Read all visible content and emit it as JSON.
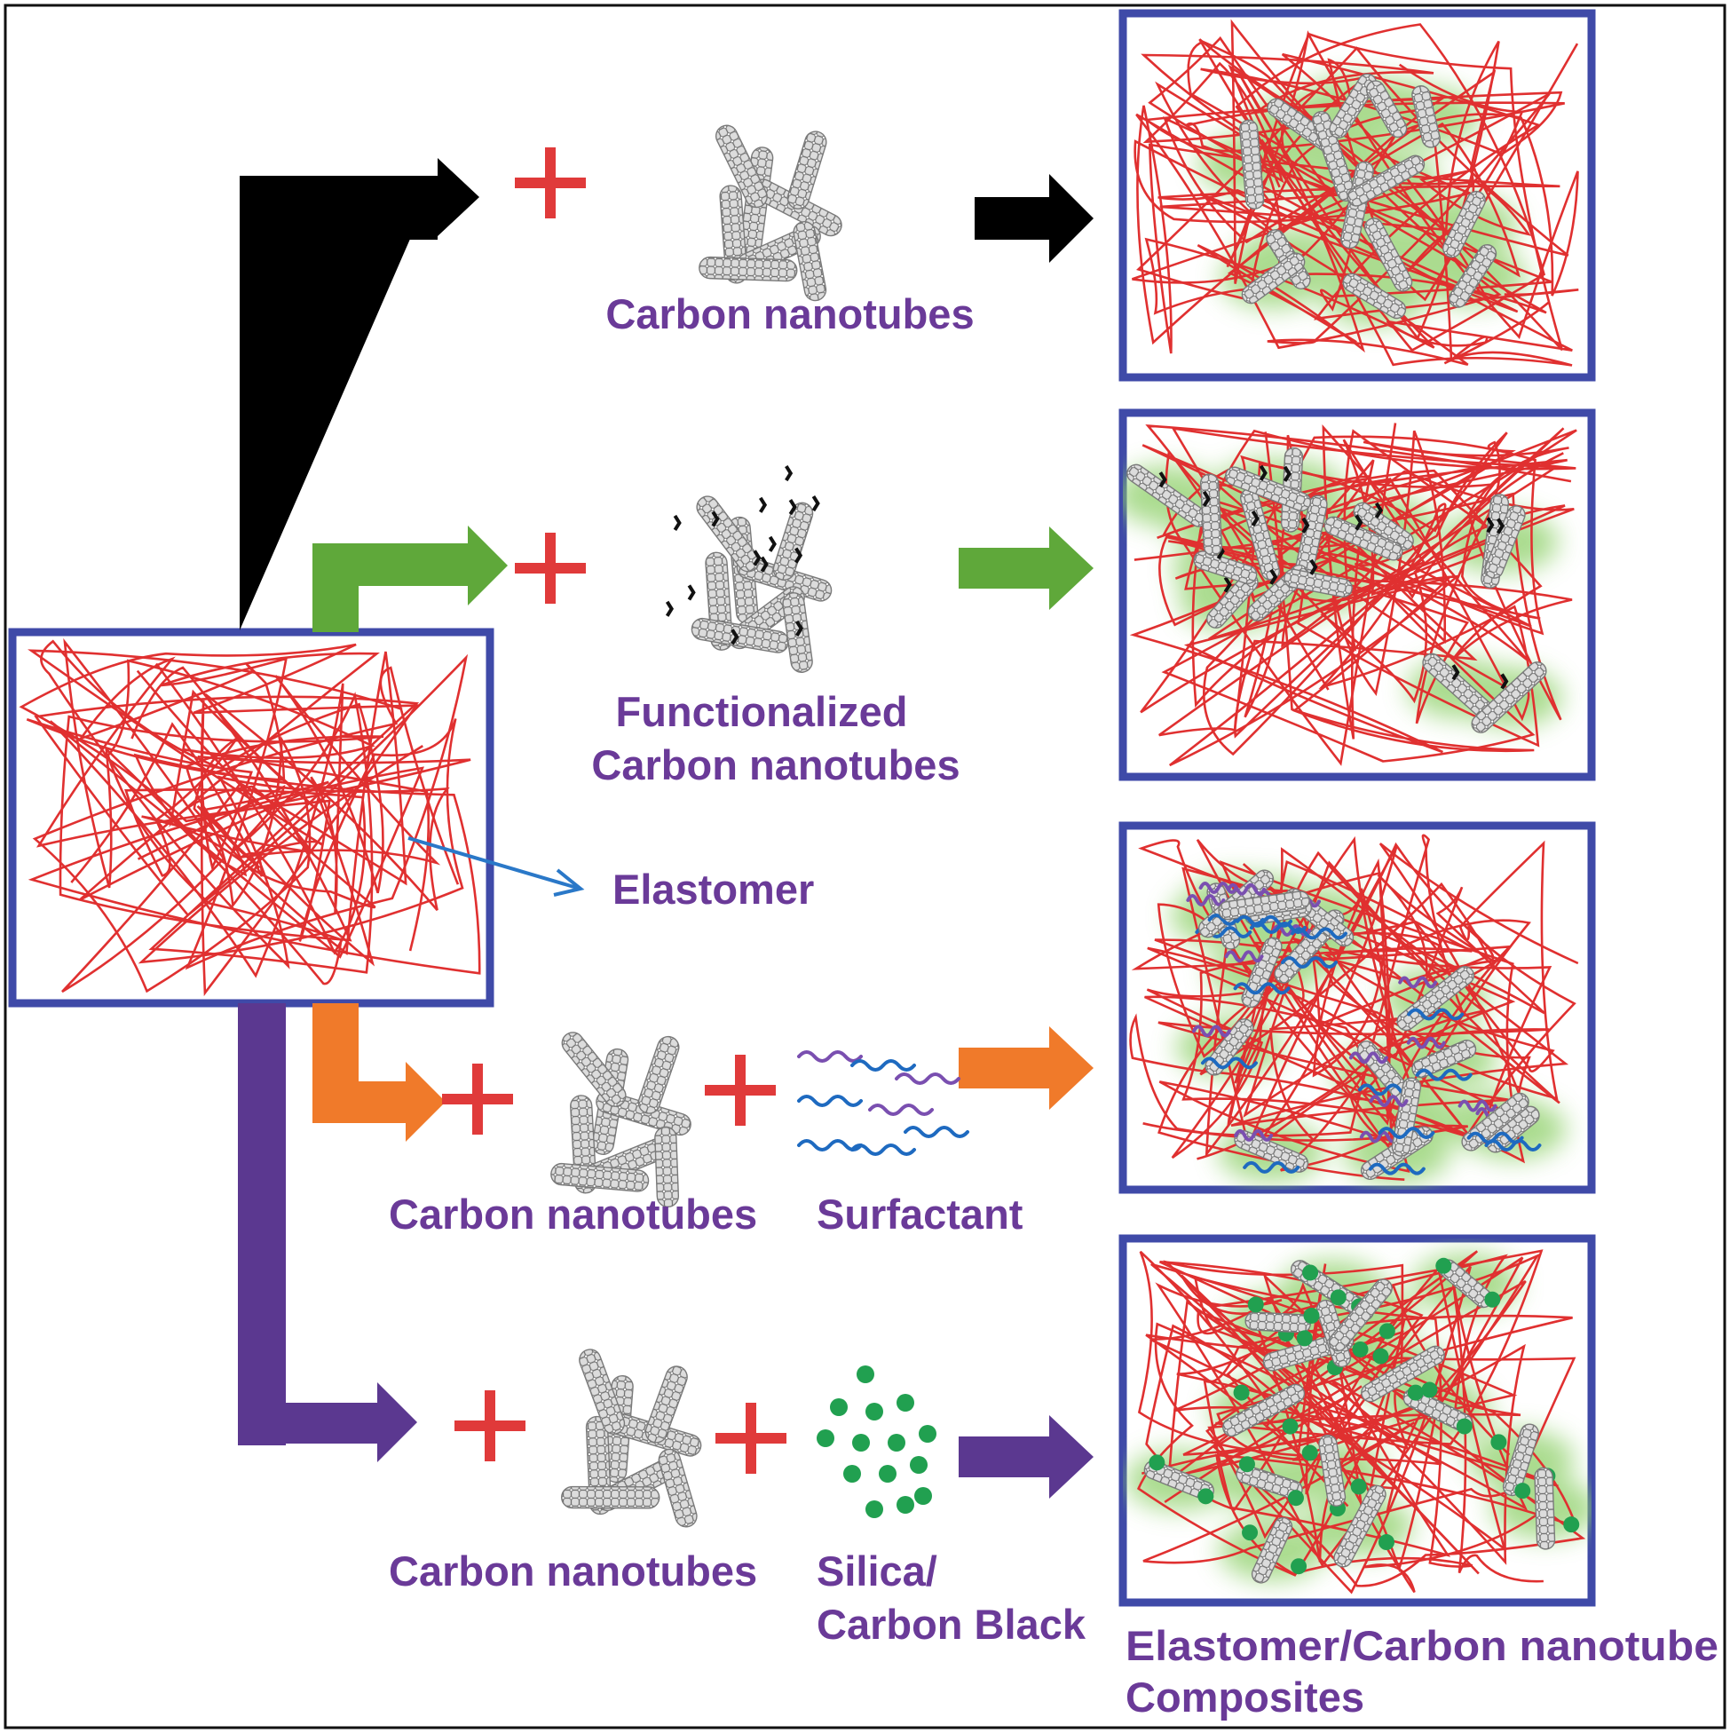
{
  "colors": {
    "frame_border": "#111111",
    "box_border": "#3f4aa8",
    "elastomer_chain": "#e03030",
    "plus": "#e03a3a",
    "label_text": "#6a3a98",
    "route_black": "#000000",
    "route_green": "#5fa83a",
    "route_orange": "#f07a2a",
    "route_purple": "#5b3890",
    "pointer_blue": "#2a78c8",
    "surfactant_blue": "#1e6ac0",
    "surfactant_purple": "#7a4fb0",
    "particle_green": "#21a050",
    "dispersion_glow": "#8fd06a",
    "nanotube_fill": "#d9d9d9"
  },
  "labels": {
    "route1_cnt": "Carbon nanotubes",
    "route2_line1": "Functionalized",
    "route2_line2": "Carbon nanotubes",
    "elastomer": "Elastomer",
    "route3_cnt": "Carbon nanotubes",
    "route3_surfactant": "Surfactant",
    "route4_cnt": "Carbon nanotubes",
    "route4_filler_line1": "Silica/",
    "route4_filler_line2": "Carbon Black",
    "product_line1": "Elastomer/Carbon nanotube",
    "product_line2": "Composites"
  },
  "icons": {
    "plus": "plus-sign-icon",
    "nanotube_bundle": "nanotube-bundle-icon",
    "functionalized_bundle": "functionalized-nanotube-bundle-icon",
    "surfactant": "surfactant-molecules-icon",
    "filler": "filler-particles-icon",
    "composite": "composite-box-icon"
  }
}
